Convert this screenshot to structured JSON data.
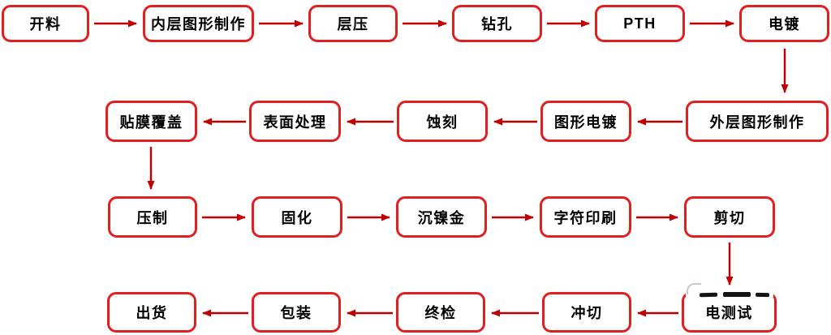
{
  "flowchart": {
    "colors": {
      "box_border": "#e02020",
      "arrow": "#c00000",
      "text": "#000000",
      "background": "#ffffff"
    },
    "sequence": [
      {
        "id": "cutting",
        "label": "开料"
      },
      {
        "id": "inner-layer-patterning",
        "label": "内层图形制作"
      },
      {
        "id": "lamination",
        "label": "层压"
      },
      {
        "id": "drilling",
        "label": "钻孔"
      },
      {
        "id": "pth",
        "label": "PTH"
      },
      {
        "id": "electroplating",
        "label": "电镀"
      },
      {
        "id": "outer-layer-patterning",
        "label": "外层图形制作"
      },
      {
        "id": "pattern-plating",
        "label": "图形电镀"
      },
      {
        "id": "etching",
        "label": "蚀刻"
      },
      {
        "id": "surface-treatment",
        "label": "表面处理"
      },
      {
        "id": "film-covering",
        "label": "贴膜覆盖"
      },
      {
        "id": "pressing",
        "label": "压制"
      },
      {
        "id": "curing",
        "label": "固化"
      },
      {
        "id": "immersion-nickel-gold",
        "label": "沉镍金"
      },
      {
        "id": "legend-printing",
        "label": "字符印刷"
      },
      {
        "id": "shearing",
        "label": "剪切"
      },
      {
        "id": "electrical-test",
        "label": "电测试"
      },
      {
        "id": "punching",
        "label": "冲切"
      },
      {
        "id": "final-inspection",
        "label": "终检"
      },
      {
        "id": "packaging",
        "label": "包装"
      },
      {
        "id": "shipment",
        "label": "出货"
      }
    ]
  }
}
